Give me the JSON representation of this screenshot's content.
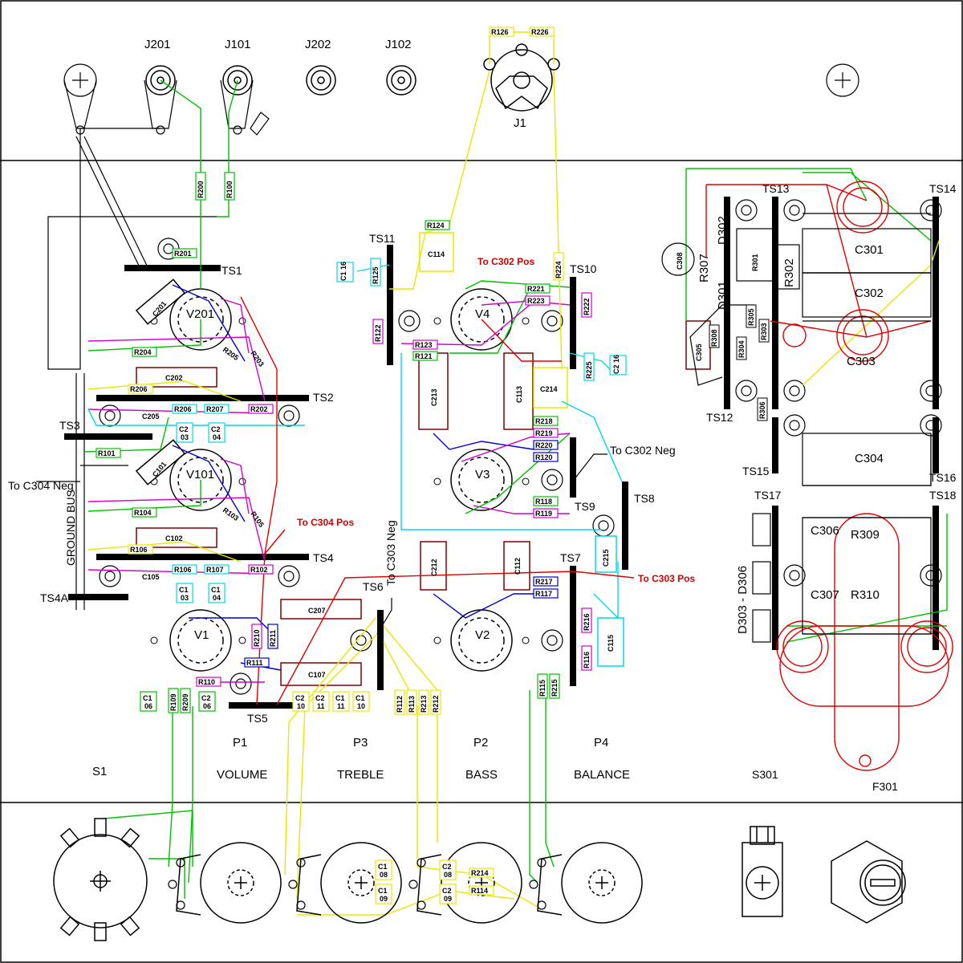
{
  "jacks": [
    "J201",
    "J101",
    "J202",
    "J102"
  ],
  "connector": "J1",
  "panel_labels": {
    "p1": "P1",
    "p3": "P3",
    "p2": "P2",
    "p4": "P4",
    "volume": "VOLUME",
    "treble": "TREBLE",
    "bass": "BASS",
    "balance": "BALANCE",
    "s1": "S1",
    "s301": "S301",
    "f301": "F301",
    "ground_bus": "GROUND BUS"
  },
  "tubes": [
    "V201",
    "V101",
    "V1",
    "V4",
    "V3",
    "V2"
  ],
  "terminal_strips": [
    "TS1",
    "TS2",
    "TS3",
    "TS4",
    "TS4A",
    "TS5",
    "TS6",
    "TS7",
    "TS8",
    "TS9",
    "TS10",
    "TS11",
    "TS12",
    "TS13",
    "TS14",
    "TS15",
    "TS16",
    "TS17",
    "TS18"
  ],
  "notes": {
    "c304_neg": "To C304 Neg",
    "c304_pos": "To C304 Pos",
    "c302_pos": "To C302 Pos",
    "c302_neg": "To C302 Neg",
    "c303_pos": "To C303 Pos",
    "c303_neg": "To C303 Neg"
  },
  "power_parts": {
    "c301": "C301",
    "c302": "C302",
    "c303": "C303",
    "c304": "C304",
    "c306": "C306",
    "c307": "C307",
    "r309": "R309",
    "r310": "R310",
    "r302": "R302",
    "r307": "R307",
    "r301": "R301",
    "d301": "D301",
    "d302": "D302",
    "d303_d306": "D303 - D306",
    "c305": "C305",
    "c308": "C308",
    "r303": "R303",
    "r304": "R304",
    "r305": "R305",
    "r306": "R306",
    "r308": "R308"
  },
  "caps": {
    "c201": "C201",
    "c202": "C202",
    "c205": "C205",
    "c101": "C101",
    "c102": "C102",
    "c105": "C105",
    "c207": "C207",
    "c107": "C107",
    "c114": "C114",
    "c213": "C213",
    "c113": "C113",
    "c214": "C214",
    "c212": "C212",
    "c112": "C112",
    "c215": "C215",
    "c115": "C115"
  },
  "resistors": {
    "r200": "R200",
    "r100": "R100",
    "r201": "R201",
    "r204": "R204",
    "r205": "R205",
    "r203": "R203",
    "r206a": "R206",
    "r206b": "R206",
    "r207": "R207",
    "r202": "R202",
    "r101": "R101",
    "r104": "R104",
    "r105": "R105",
    "r103": "R103",
    "r106a": "R106",
    "r106b": "R106",
    "r107": "R107",
    "r102": "R102",
    "r210": "R210",
    "r211": "R211",
    "r111": "R111",
    "r110": "R110",
    "r109": "R109",
    "r209": "R209",
    "r124": "R124",
    "r125": "R125",
    "r122": "R122",
    "r123": "R123",
    "r121": "R121",
    "r221": "R221",
    "r223": "R223",
    "r222": "R222",
    "r225": "R225",
    "r224": "R224",
    "r126": "R126",
    "r226": "R226",
    "r218": "R218",
    "r219": "R219",
    "r220": "R220",
    "r120": "R120",
    "r118": "R118",
    "r119": "R119",
    "r217": "R217",
    "r117": "R117",
    "r216": "R216",
    "r116": "R116",
    "r115": "R115",
    "r215": "R215",
    "r112": "R112",
    "r113": "R113",
    "r213": "R213",
    "r212": "R212",
    "r214": "R214",
    "r114": "R114"
  },
  "cap_tags": [
    {
      "a": "C1",
      "b": "16"
    },
    {
      "a": "C2",
      "b": "16"
    },
    {
      "a": "C2",
      "b": "03"
    },
    {
      "a": "C2",
      "b": "04"
    },
    {
      "a": "C1",
      "b": "03"
    },
    {
      "a": "C1",
      "b": "04"
    },
    {
      "a": "C1",
      "b": "06"
    },
    {
      "a": "C2",
      "b": "06"
    },
    {
      "a": "C2",
      "b": "10"
    },
    {
      "a": "C2",
      "b": "11"
    },
    {
      "a": "C1",
      "b": "11"
    },
    {
      "a": "C1",
      "b": "10"
    },
    {
      "a": "C1",
      "b": "08"
    },
    {
      "a": "C1",
      "b": "09"
    },
    {
      "a": "C2",
      "b": "08"
    },
    {
      "a": "C2",
      "b": "09"
    }
  ],
  "colors": {
    "green": "#00c000",
    "blue": "#0000d0",
    "magenta": "#d000d0",
    "yellow": "#e8e800",
    "cyan": "#00d8e8",
    "red": "#e00000",
    "brown": "#800000",
    "black": "#000000"
  }
}
